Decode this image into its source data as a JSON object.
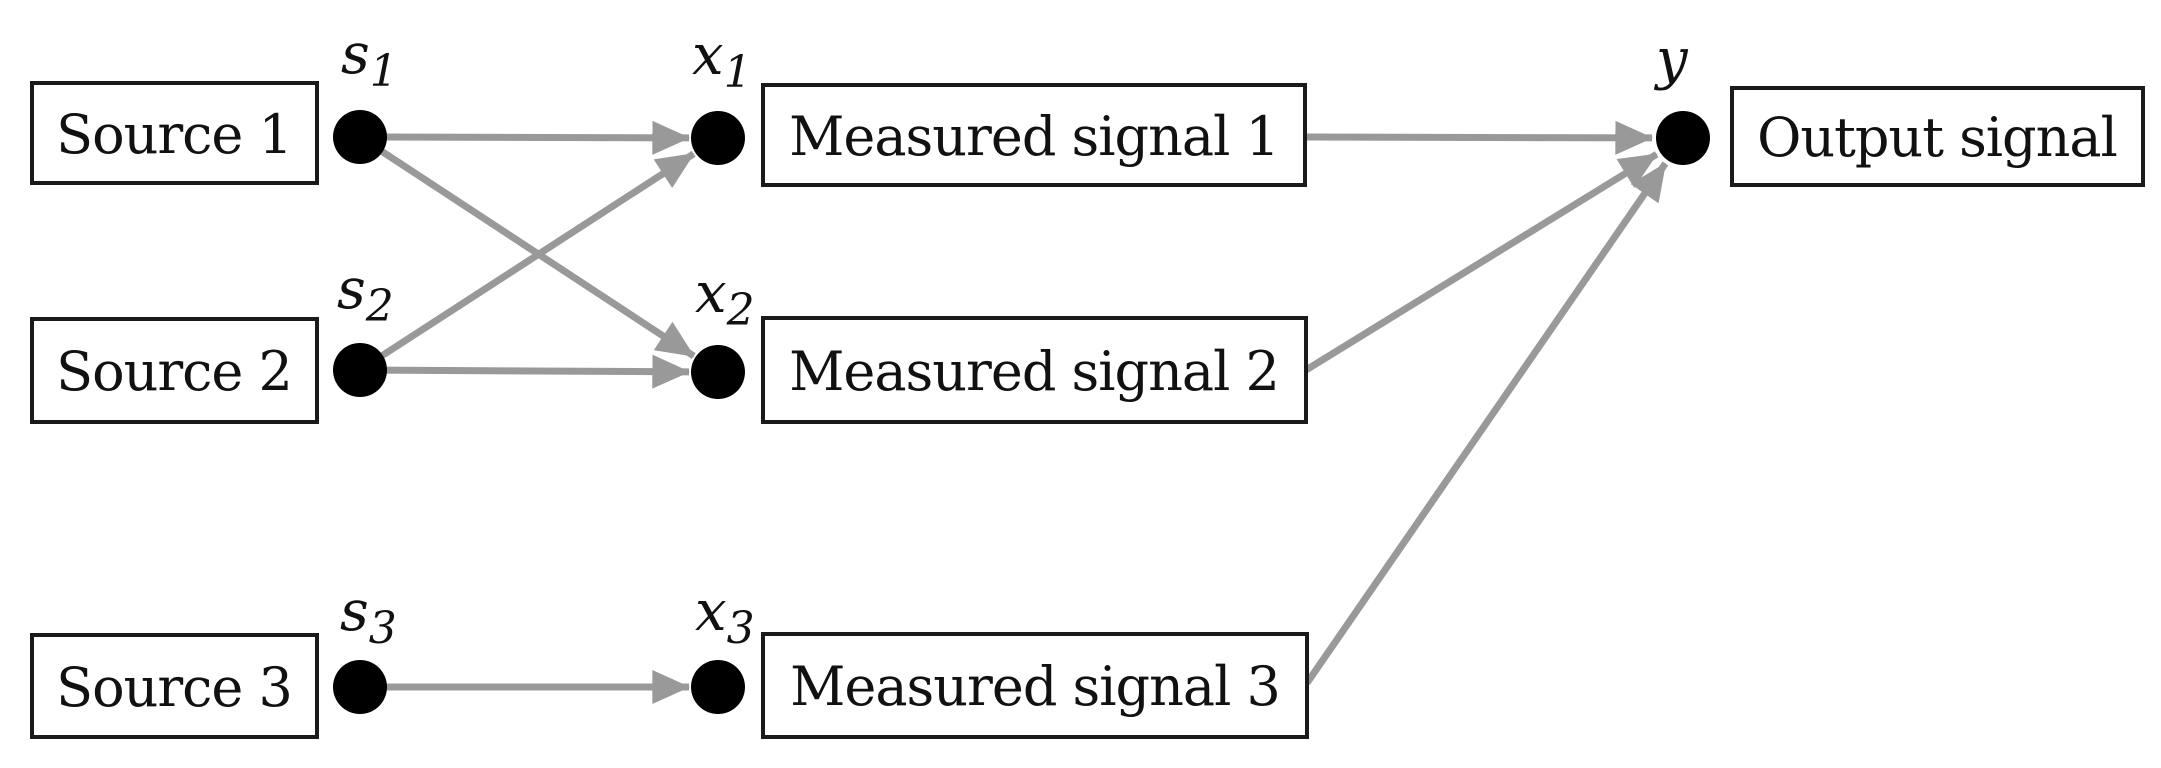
{
  "diagram": {
    "description": "Signal mixing diagram: sources feed measured signals which combine into an output signal",
    "colors": {
      "background": "#ffffff",
      "arrow": "#999999",
      "dot": "#000000",
      "box_border": "#1a1a1a",
      "box_fill": "#ffffff",
      "text": "#111111"
    },
    "sources": [
      {
        "id": "s1",
        "label": "Source 1"
      },
      {
        "id": "s2",
        "label": "Source 2"
      },
      {
        "id": "s3",
        "label": "Source 3"
      }
    ],
    "measured": [
      {
        "id": "x1",
        "label": "Measured signal 1"
      },
      {
        "id": "x2",
        "label": "Measured signal 2"
      },
      {
        "id": "x3",
        "label": "Measured signal 3"
      }
    ],
    "output": {
      "id": "y",
      "label": "Output signal"
    },
    "node_labels": {
      "s1": {
        "base": "s",
        "sub": "1"
      },
      "s2": {
        "base": "s",
        "sub": "2"
      },
      "s3": {
        "base": "s",
        "sub": "3"
      },
      "x1": {
        "base": "x",
        "sub": "1"
      },
      "x2": {
        "base": "x",
        "sub": "2"
      },
      "x3": {
        "base": "x",
        "sub": "3"
      },
      "y": {
        "base": "y",
        "sub": ""
      }
    },
    "edges": [
      {
        "from": "s1",
        "to": "x1"
      },
      {
        "from": "s1",
        "to": "x2"
      },
      {
        "from": "s2",
        "to": "x1"
      },
      {
        "from": "s2",
        "to": "x2"
      },
      {
        "from": "s3",
        "to": "x3"
      },
      {
        "from": "ms1",
        "to": "y"
      },
      {
        "from": "ms2",
        "to": "y"
      },
      {
        "from": "ms3",
        "to": "y"
      }
    ]
  }
}
